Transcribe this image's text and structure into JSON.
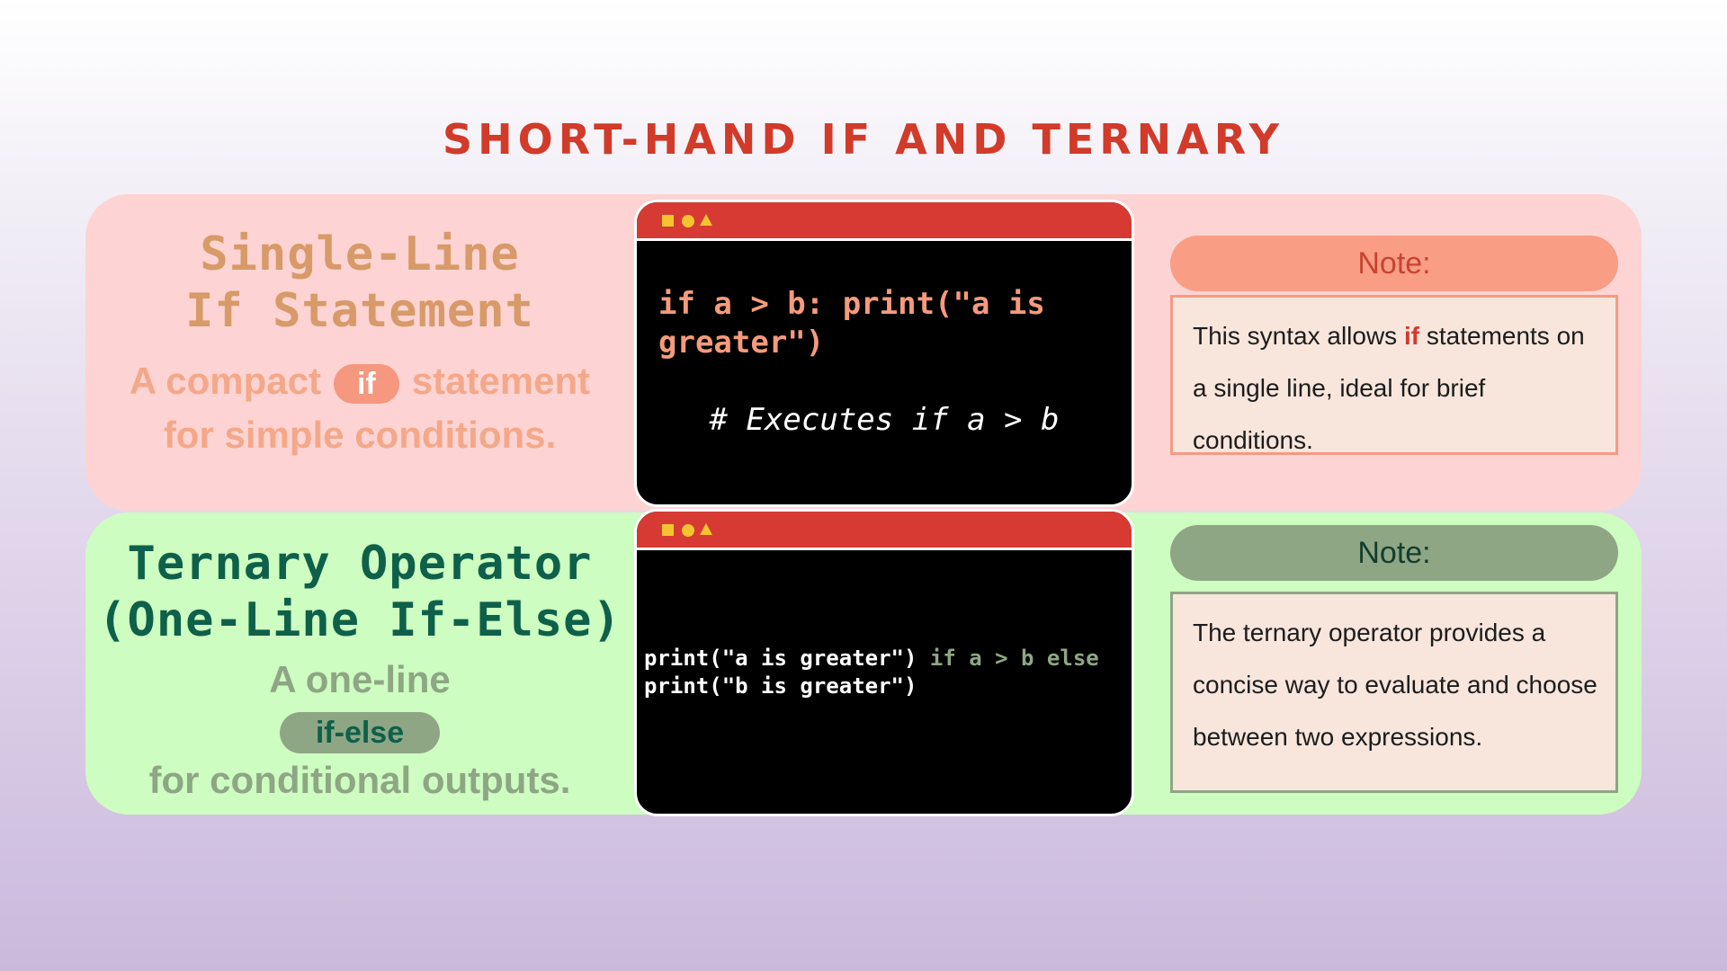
{
  "title": "Short-Hand If and Ternary",
  "single_line": {
    "heading_line1": "Single-Line",
    "heading_line2": "If Statement",
    "desc_pre": "A compact",
    "desc_pill": "if",
    "desc_post": "statement",
    "desc_line2": "for simple conditions.",
    "code": "if a > b: print(\"a is greater\")",
    "comment": "# Executes if a > b",
    "note_label": "Note:",
    "note_pre": "This syntax allows",
    "note_highlight": "if",
    "note_post": "statements on a single line, ideal for brief conditions."
  },
  "ternary": {
    "heading_line1": "Ternary Operator",
    "heading_line2": "(One-Line If-Else)",
    "desc_line1": "A one-line",
    "desc_pill": "if-else",
    "desc_line2": "for conditional outputs.",
    "code_part1": "print(\"a is greater\")",
    "code_kw": "if a > b else",
    "code_part2": "print(\"b is greater\")",
    "note_label": "Note:",
    "note_text": "The ternary operator provides a concise way to evaluate and choose between two expressions."
  },
  "colors": {
    "title": "#d23a2a",
    "top_panel": "#fdd4d3",
    "bottom_panel": "#cdfdc1",
    "titlebar": "#d63a33",
    "window_buttons": "#f4c430"
  },
  "icons": [
    "square-button-icon",
    "circle-button-icon",
    "triangle-button-icon"
  ]
}
